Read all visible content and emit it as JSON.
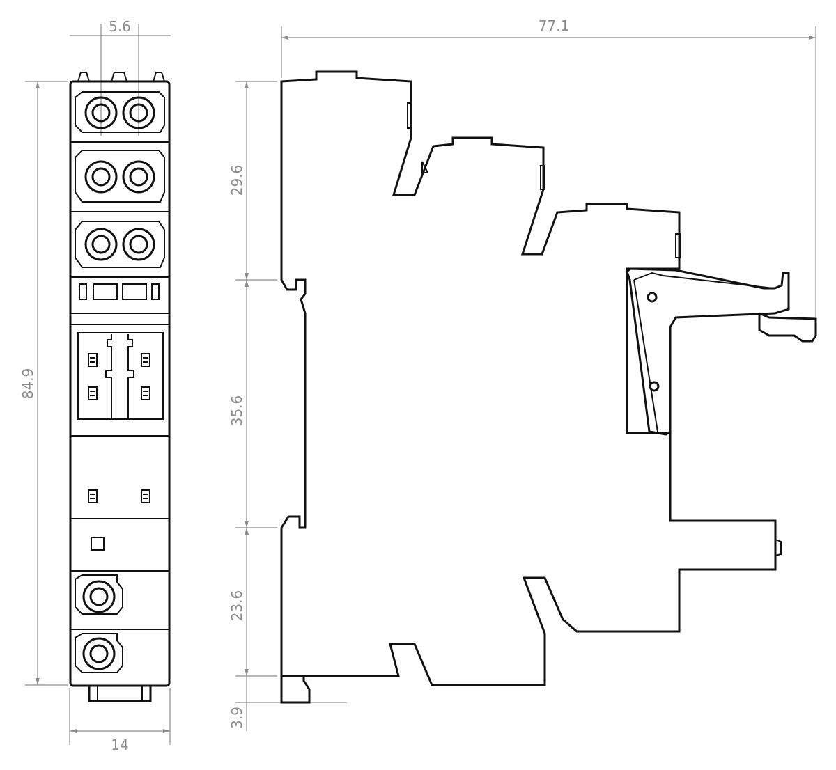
{
  "dimensions": {
    "front_pitch": "5.6",
    "front_height": "84.9",
    "front_width": "14",
    "overall_length": "77.1",
    "side_segment_1": "29.6",
    "side_segment_2": "35.6",
    "side_segment_3": "23.6",
    "side_segment_4": "3.9"
  }
}
